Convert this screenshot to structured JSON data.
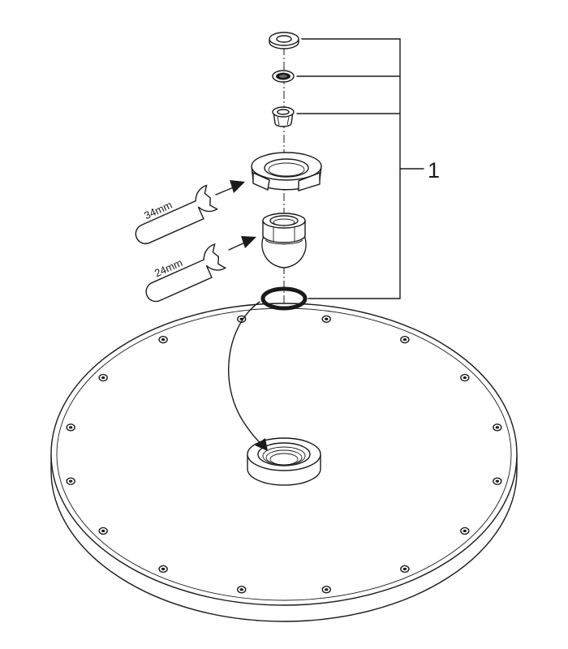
{
  "callout": {
    "number": "1"
  },
  "wrenches": [
    {
      "size": "34mm"
    },
    {
      "size": "24mm"
    }
  ],
  "colors": {
    "line": "#1a1a1a",
    "background": "#ffffff"
  }
}
